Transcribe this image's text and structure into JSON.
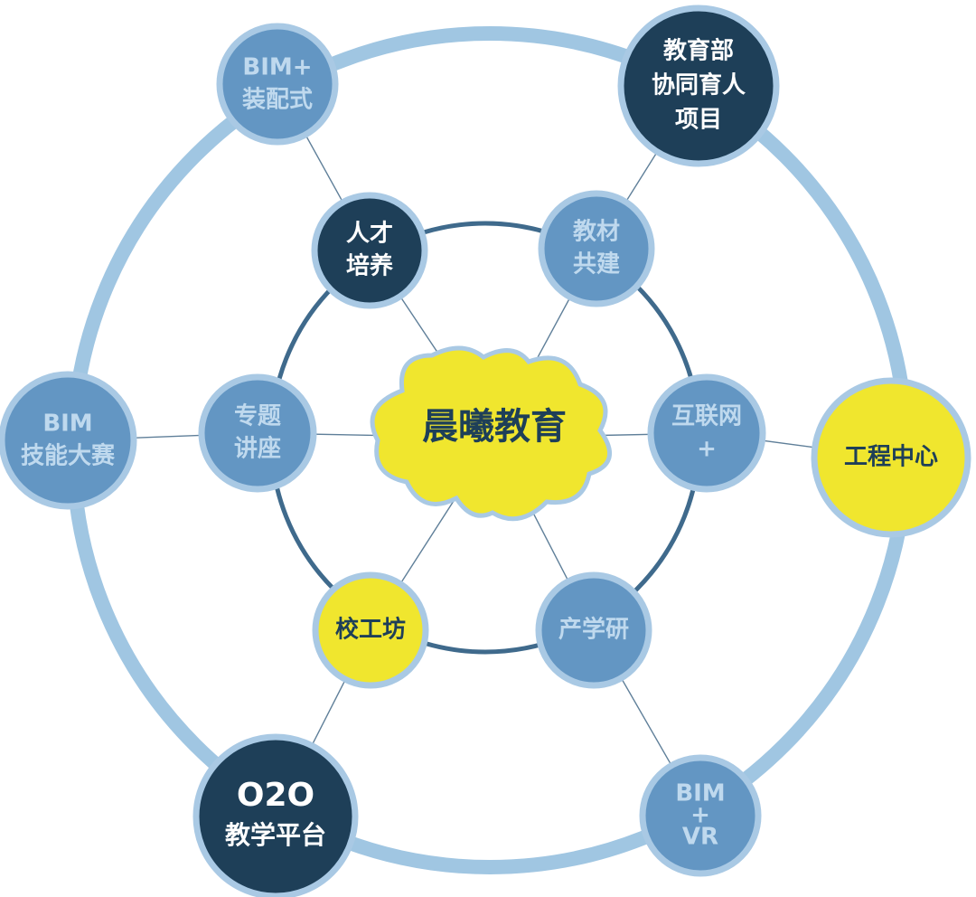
{
  "center": {
    "label": "晨曦教育",
    "fill": "#F0E62E",
    "stroke": "#A9C9E4",
    "text_color": "#1E3F58"
  },
  "inner_nodes": [
    {
      "id": "talent-training",
      "lines": [
        "人才",
        "培养"
      ],
      "style": "navy"
    },
    {
      "id": "textbook-co-construction",
      "lines": [
        "教材",
        "共建"
      ],
      "style": "medium"
    },
    {
      "id": "topic-lecture",
      "lines": [
        "专题",
        "讲座"
      ],
      "style": "medium"
    },
    {
      "id": "internet-plus",
      "lines": [
        "互联网",
        "+"
      ],
      "style": "medium"
    },
    {
      "id": "school-workshop",
      "lines": [
        "校工坊"
      ],
      "style": "yellow"
    },
    {
      "id": "industry-academia-research",
      "lines": [
        "产学研"
      ],
      "style": "medium"
    }
  ],
  "outer_nodes": [
    {
      "id": "bim-prefab",
      "lines": [
        "BIM+",
        "装配式"
      ],
      "style": "medium"
    },
    {
      "id": "moe-collab-project",
      "lines": [
        "教育部",
        "协同育人",
        "项目"
      ],
      "style": "navy"
    },
    {
      "id": "bim-skills-competition",
      "lines": [
        "BIM",
        "技能大赛"
      ],
      "style": "medium"
    },
    {
      "id": "engineering-center",
      "lines": [
        "工程中心"
      ],
      "style": "yellow"
    },
    {
      "id": "o2o-teaching-platform",
      "lines": [
        "O2O",
        "教学平台"
      ],
      "style": "navy"
    },
    {
      "id": "bim-vr",
      "lines": [
        "BIM",
        "+",
        "VR"
      ],
      "style": "medium"
    }
  ],
  "colors": {
    "navy_fill": "#1E3F58",
    "navy_text": "#FFFFFF",
    "medium_fill": "#6396C3",
    "medium_text": "#BFD9EE",
    "yellow_fill": "#F0E62E",
    "yellow_text": "#1E3F58",
    "node_stroke": "#A9C9E4",
    "outer_ring": "#A0C6E2",
    "inner_ring": "#3F6A8C",
    "spoke": "#5F7F99"
  }
}
